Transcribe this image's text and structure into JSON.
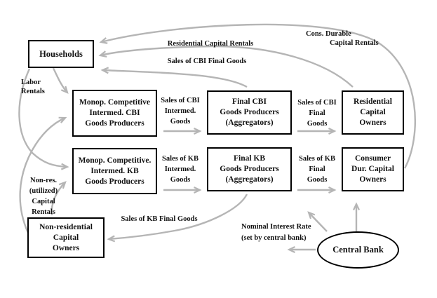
{
  "diagram": {
    "colors": {
      "arrow": "#b5b5b5",
      "border": "#000000",
      "background": "#ffffff",
      "text": "#111111"
    },
    "nodes": {
      "households": {
        "label": "Households"
      },
      "cbi_producers": {
        "lines": [
          "Monop. Competitive",
          "Intermed. CBI",
          "Goods Producers"
        ]
      },
      "final_cbi": {
        "lines": [
          "Final CBI",
          "Goods Producers",
          "(Aggregators)"
        ]
      },
      "residential_owners": {
        "lines": [
          "Residential",
          "Capital",
          "Owners"
        ]
      },
      "kb_producers": {
        "lines": [
          "Monop. Competitive.",
          "Intermed. KB",
          "Goods Producers"
        ]
      },
      "final_kb": {
        "lines": [
          "Final KB",
          "Goods Producers",
          "(Aggregators)"
        ]
      },
      "consumer_owners": {
        "lines": [
          "Consumer",
          "Dur. Capital",
          "Owners"
        ]
      },
      "nonres_owners": {
        "lines": [
          "Non-residential",
          "Capital",
          "Owners"
        ]
      },
      "central_bank": {
        "label": "Central Bank"
      }
    },
    "flow_labels": {
      "cbi_intermed": {
        "lines": [
          "Sales of CBI",
          "Intermed.",
          "Goods"
        ]
      },
      "cbi_final": {
        "lines": [
          "Sales of CBI",
          "Final",
          "Goods"
        ]
      },
      "kb_intermed": {
        "lines": [
          "Sales of KB",
          "Intermed.",
          "Goods"
        ]
      },
      "kb_final": {
        "lines": [
          "Sales of KB",
          "Final",
          "Goods"
        ]
      }
    },
    "edge_labels": {
      "cons_durable": {
        "lines": [
          "Cons. Durable",
          "Capital Rentals"
        ]
      },
      "residential_rentals": {
        "label": "Residential Capital Rentals"
      },
      "sales_cbi_final_to_households": {
        "label": "Sales of CBI Final Goods"
      },
      "labor_rentals": {
        "lines": [
          "Labor",
          "Rentals"
        ]
      },
      "nonres_rentals": {
        "lines": [
          "Non-res.",
          "(utilized)",
          "Capital",
          "Rentals"
        ]
      },
      "sales_kb_final_to_nonres": {
        "label": "Sales of KB Final Goods"
      },
      "nominal_rate": {
        "lines": [
          "Nominal Interest Rate",
          "(set by central bank)"
        ]
      }
    }
  }
}
